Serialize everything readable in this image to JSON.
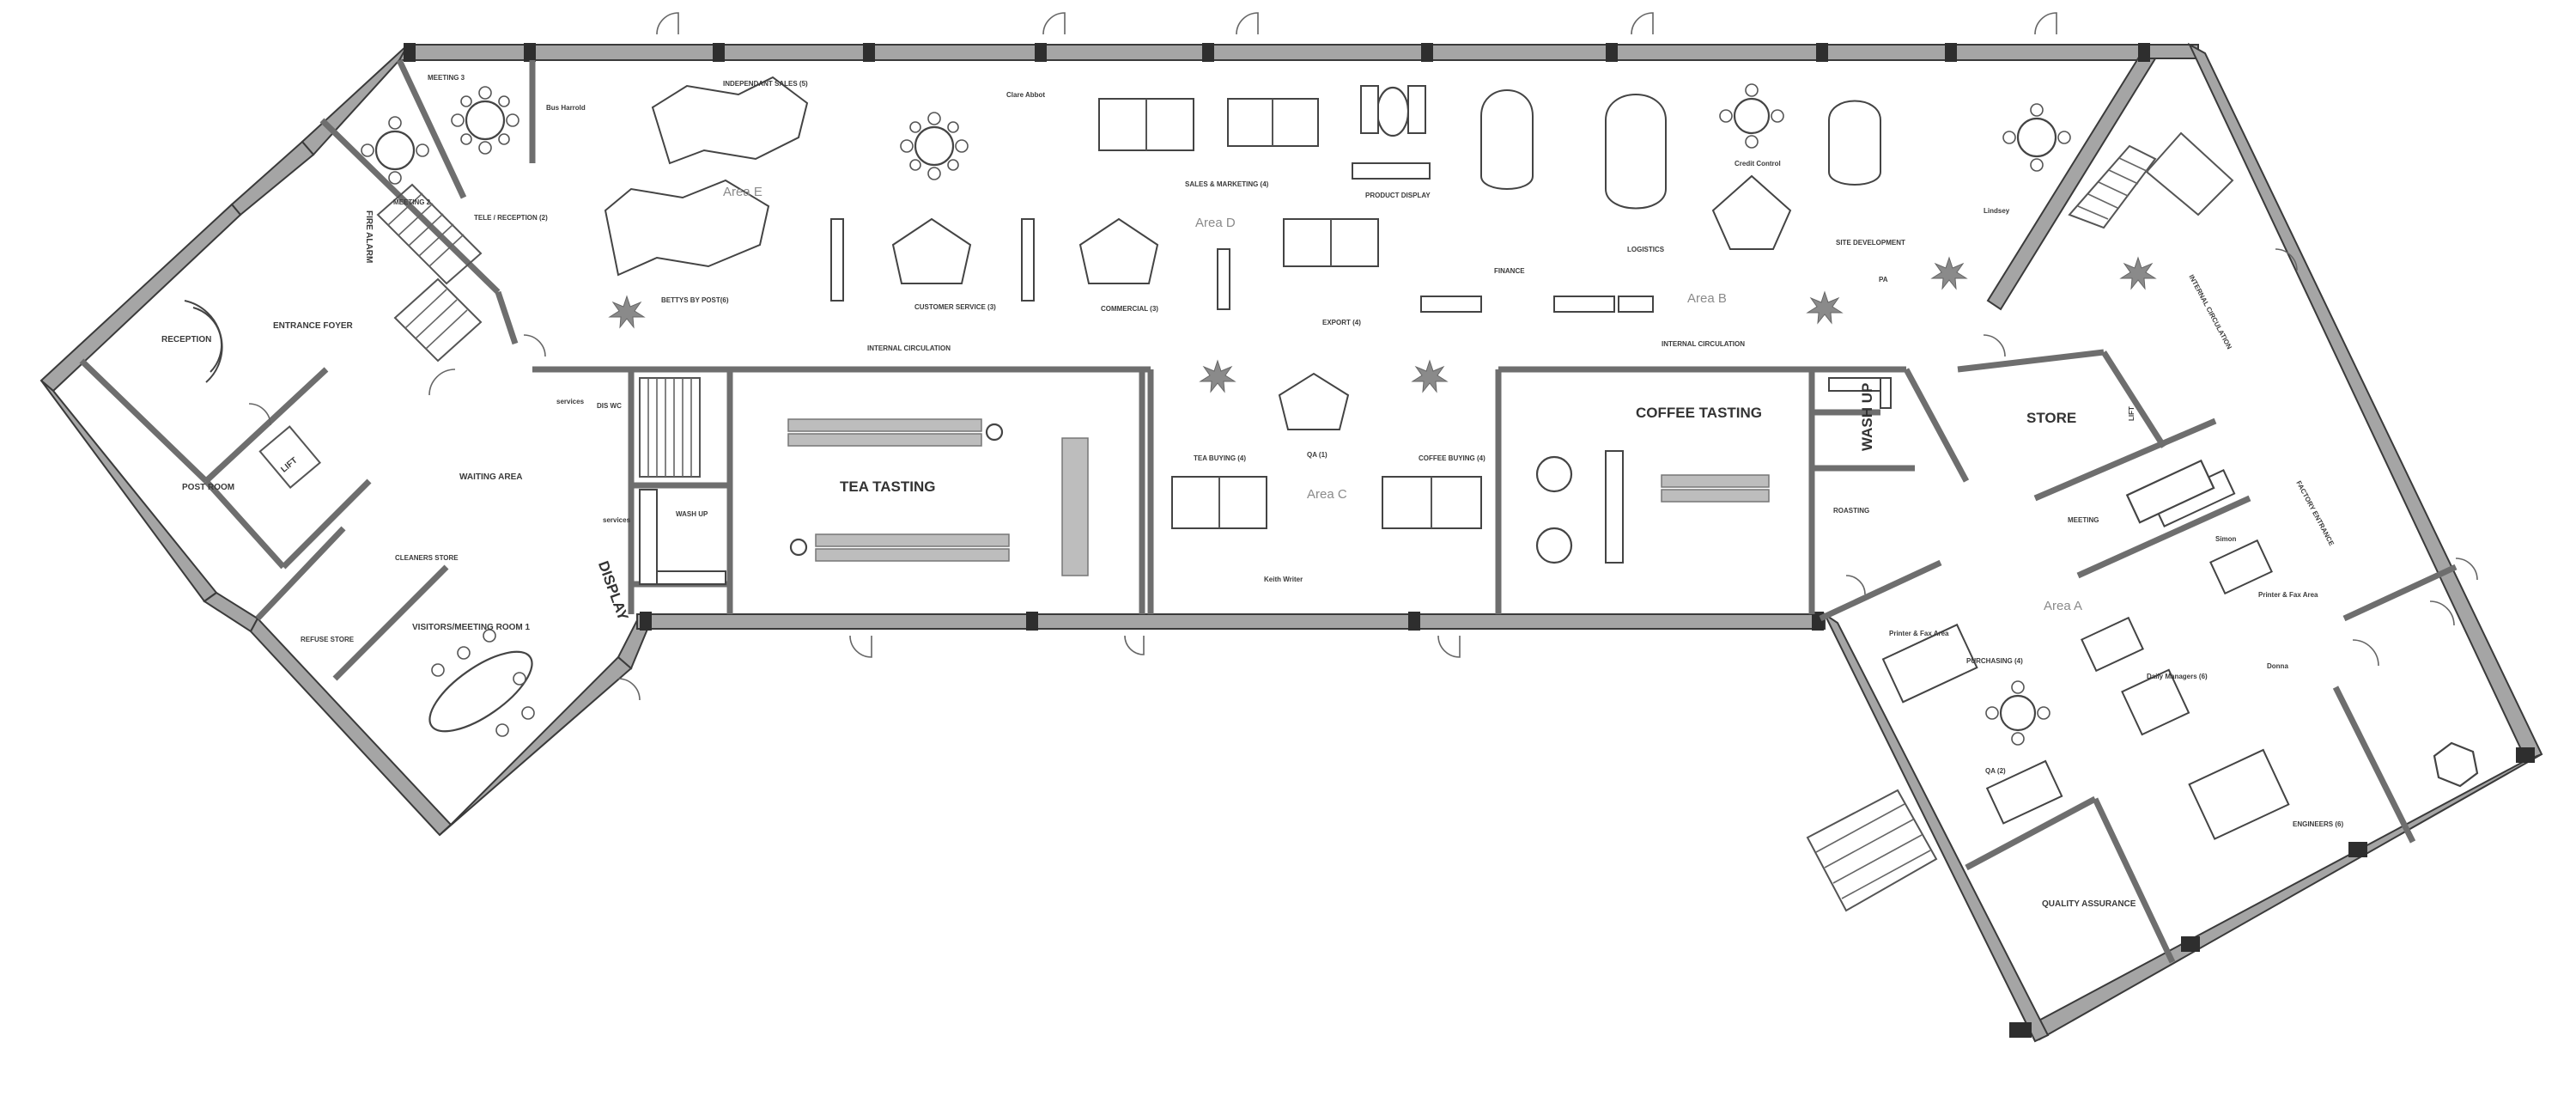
{
  "labels": {
    "meeting3": "MEETING 3",
    "meeting2": "MEETING 2",
    "independant_sales": "INDEPENDANT SALES (5)",
    "area_e": "Area E",
    "area_d": "Area D",
    "area_b": "Area B",
    "area_c": "Area C",
    "area_a": "Area A",
    "clare_abbot": "Clare Abbot",
    "bus_harrold": "Bus Harrold",
    "sales_marketing": "SALES & MARKETING (4)",
    "product_display": "PRODUCT DISPLAY",
    "credit_control": "Credit Control",
    "tele_reception": "TELE / RECEPTION (2)",
    "bettys_by_post": "BETTYS BY POST(6)",
    "customer_service": "CUSTOMER SERVICE (3)",
    "commercial": "COMMERCIAL (3)",
    "export": "EXPORT (4)",
    "finance": "FINANCE",
    "logistics": "LOGISTICS",
    "site_development": "SITE DEVELOPMENT",
    "pa": "PA",
    "lindsey": "Lindsey",
    "internal_circulation": "INTERNAL CIRCULATION",
    "fire_alarm": "FIRE ALARM",
    "reception": "RECEPTION",
    "entrance_foyer": "ENTRANCE FOYER",
    "post_room": "POST ROOM",
    "lift": "LIFT",
    "services": "services",
    "dis_wc": "DIS WC",
    "waiting_area": "WAITING AREA",
    "tea_tasting": "TEA TASTING",
    "wash_up": "WASH UP",
    "tea_buying": "TEA BUYING (4)",
    "qa1": "QA (1)",
    "coffee_buying": "COFFEE BUYING (4)",
    "keith_writer": "Keith Writer",
    "coffee_tasting": "COFFEE TASTING",
    "wash_up_rot": "WASH UP",
    "roasting": "ROASTING",
    "store": "STORE",
    "lift_small": "LIFT",
    "meeting": "MEETING",
    "simon": "Simon",
    "printer_fax_1": "Printer & Fax Area",
    "printer_fax_2": "Printer & Fax Area",
    "purchasing": "PURCHASING (4)",
    "daily_managers": "Daily Managers (6)",
    "donna": "Donna",
    "cleaners_store": "CLEANERS STORE",
    "refuse_store": "REFUSE STORE",
    "visitors_meeting": "VISITORS/MEETING ROOM 1",
    "display": "DISPLAY",
    "qa2": "QA (2)",
    "engineers": "ENGINEERS (6)",
    "quality_assurance": "QUALITY ASSURANCE",
    "right_vertical_1": "INTERNAL CIRCULATION",
    "right_vertical_2": "FACTORY ENTRANCE"
  }
}
